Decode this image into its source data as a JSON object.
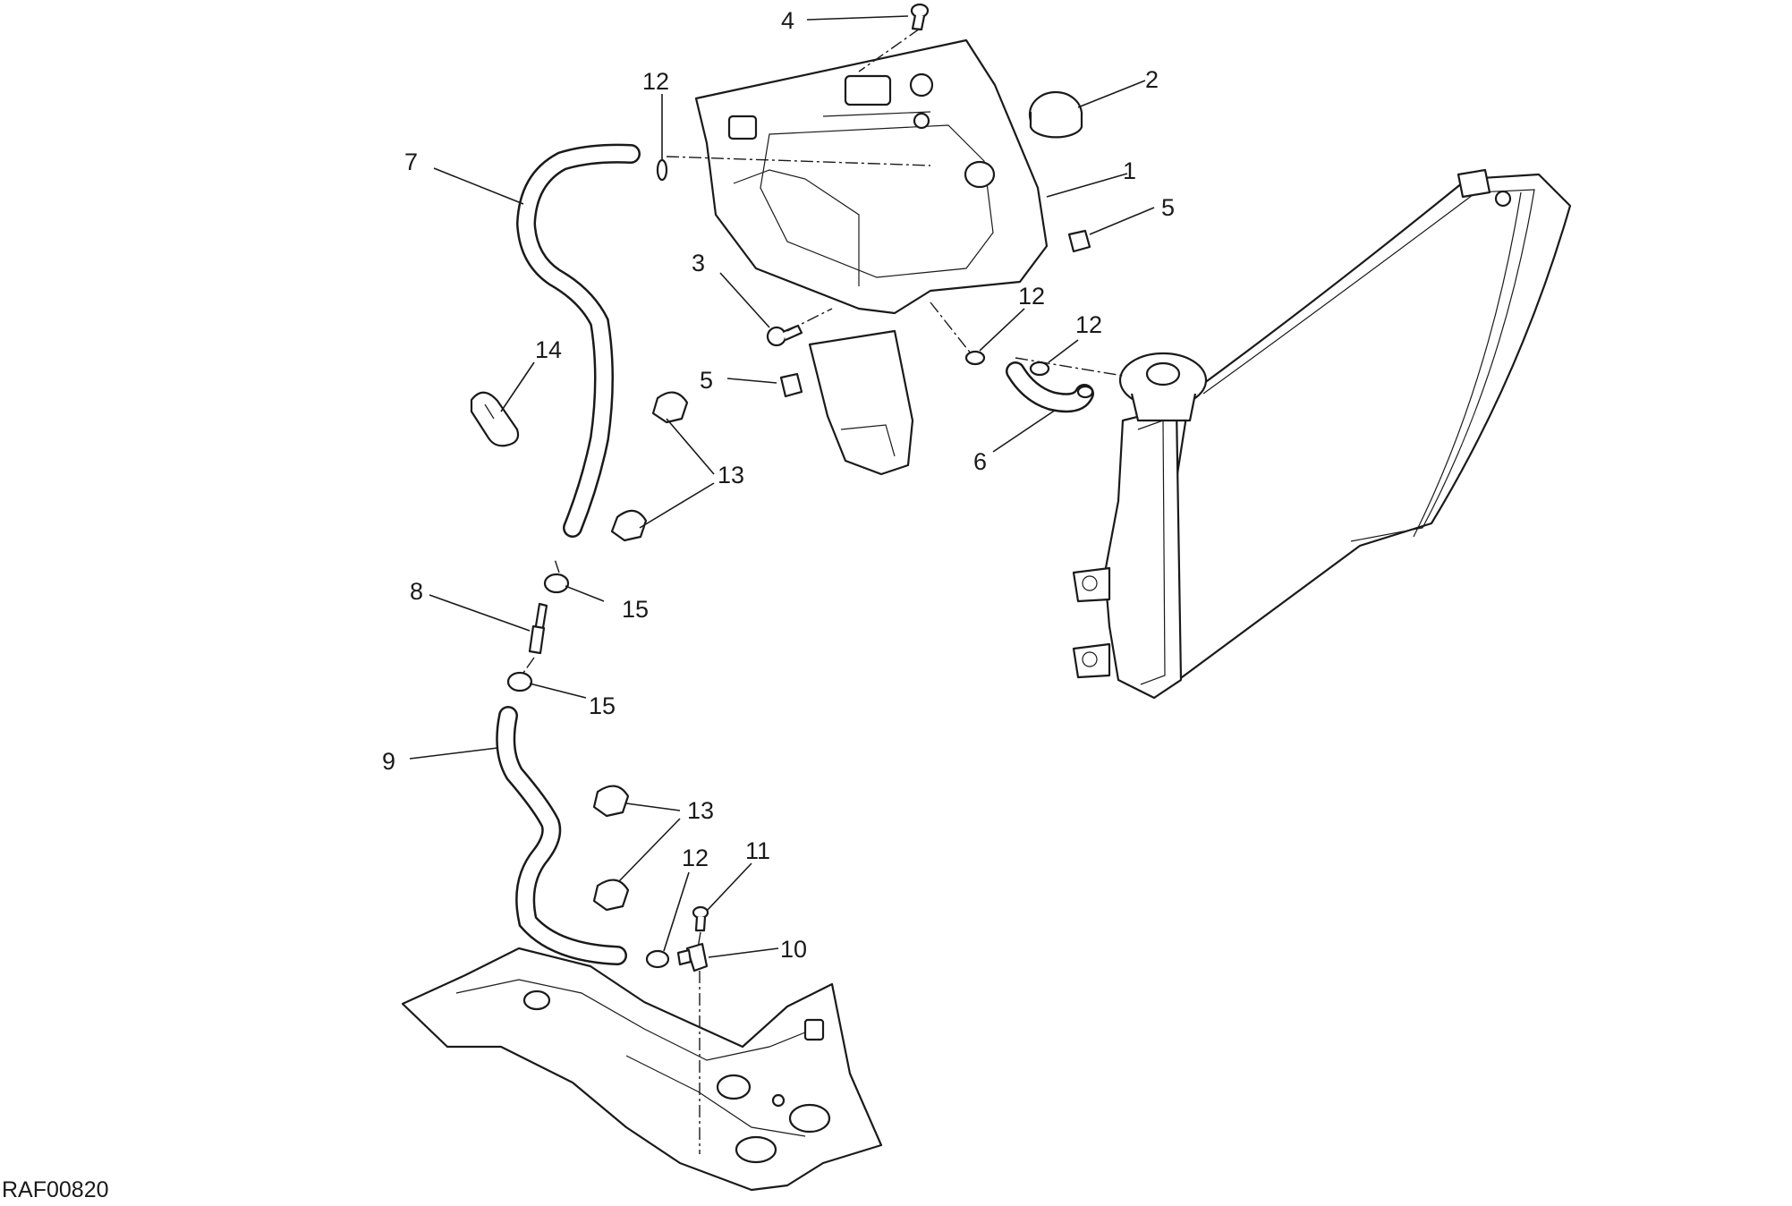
{
  "drawing_code": "RAF00820",
  "callouts": {
    "c1": "1",
    "c2": "2",
    "c3": "3",
    "c4": "4",
    "c5a": "5",
    "c5b": "5",
    "c6": "6",
    "c7": "7",
    "c8": "8",
    "c9": "9",
    "c10": "10",
    "c11": "11",
    "c12a": "12",
    "c12b": "12",
    "c12c": "12",
    "c12d": "12",
    "c13a": "13",
    "c13b": "13",
    "c14": "14",
    "c15a": "15",
    "c15b": "15"
  }
}
